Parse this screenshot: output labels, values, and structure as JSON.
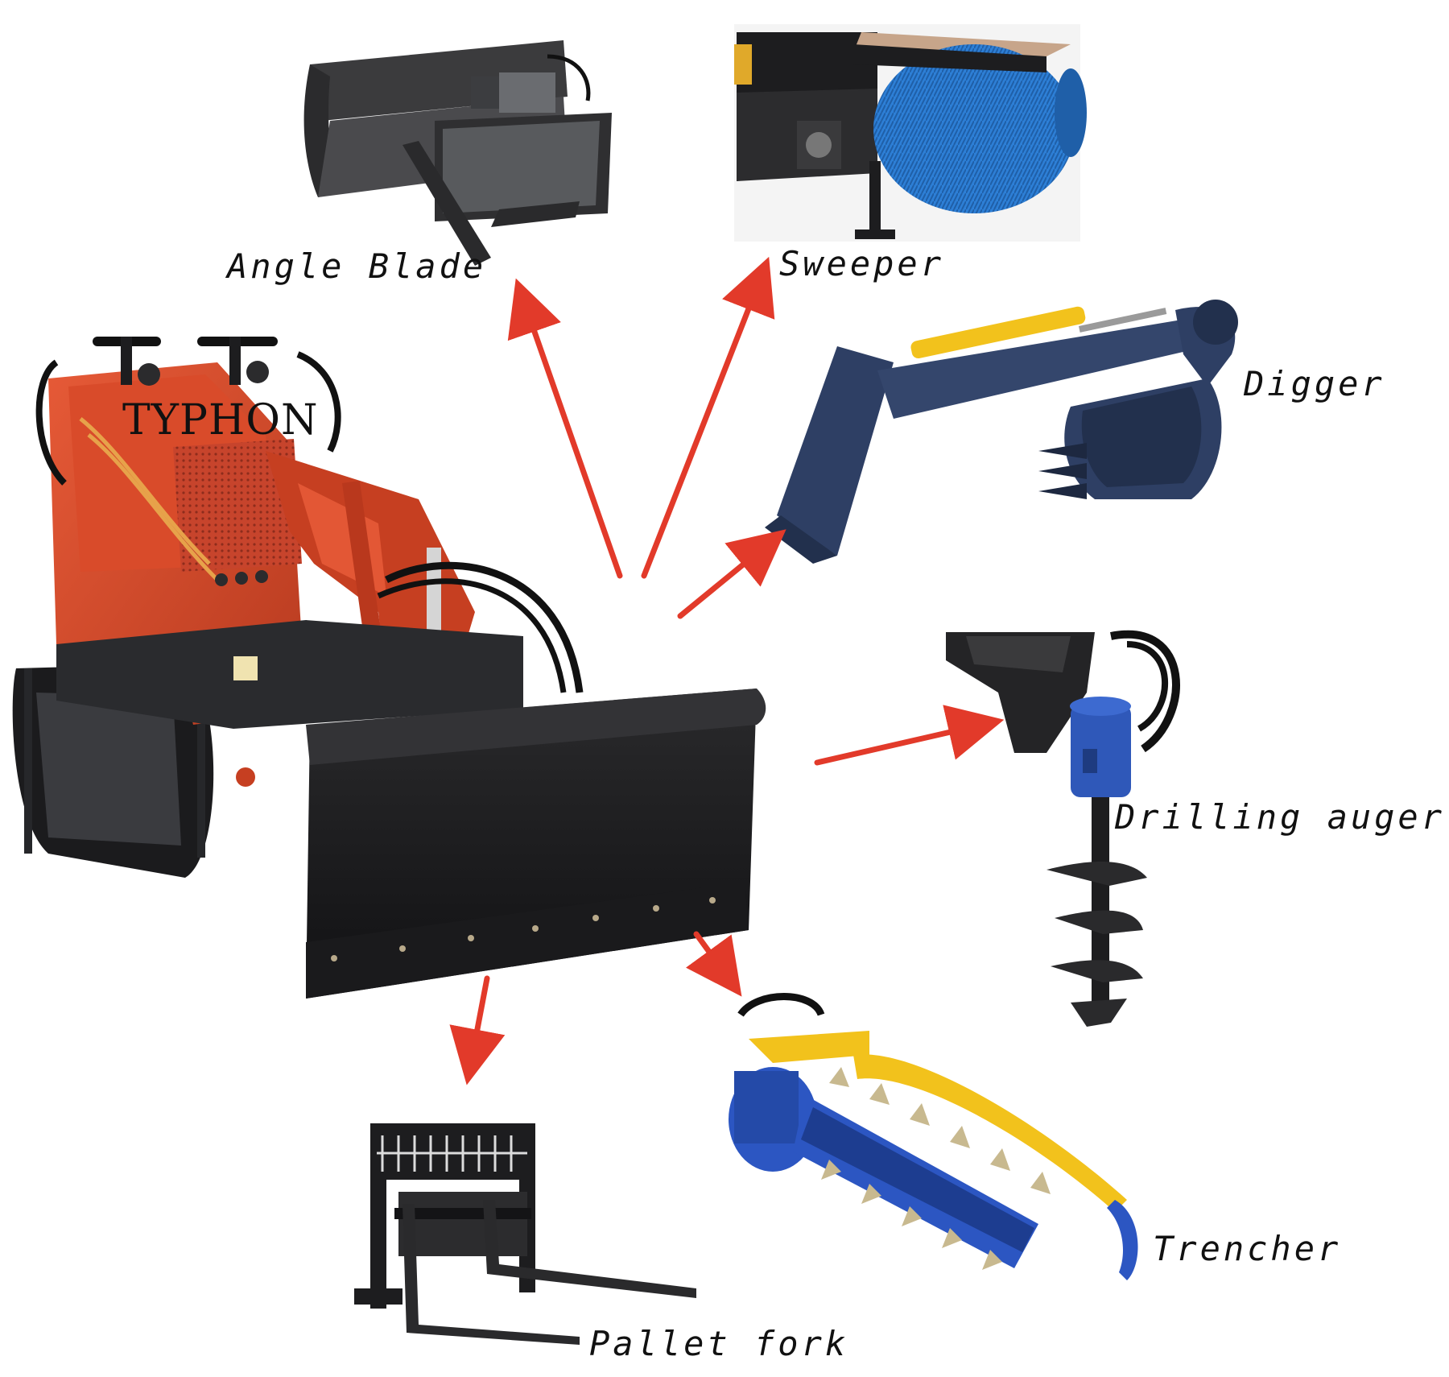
{
  "brand": "TYPHON",
  "labels": {
    "angle_blade": "Angle Blade",
    "sweeper": "Sweeper",
    "digger": "Digger",
    "drilling_auger": "Drilling auger",
    "trencher": "Trencher",
    "pallet_fork": "Pallet fork"
  },
  "colors": {
    "arrow": "#e23a2a",
    "machine_red": "#d9482a",
    "steel_dark": "#1c1c1e",
    "blue_attachment": "#3a4a6b",
    "sweeper_brush": "#2d7fd6",
    "hydraulic_yellow": "#f2c21c"
  }
}
